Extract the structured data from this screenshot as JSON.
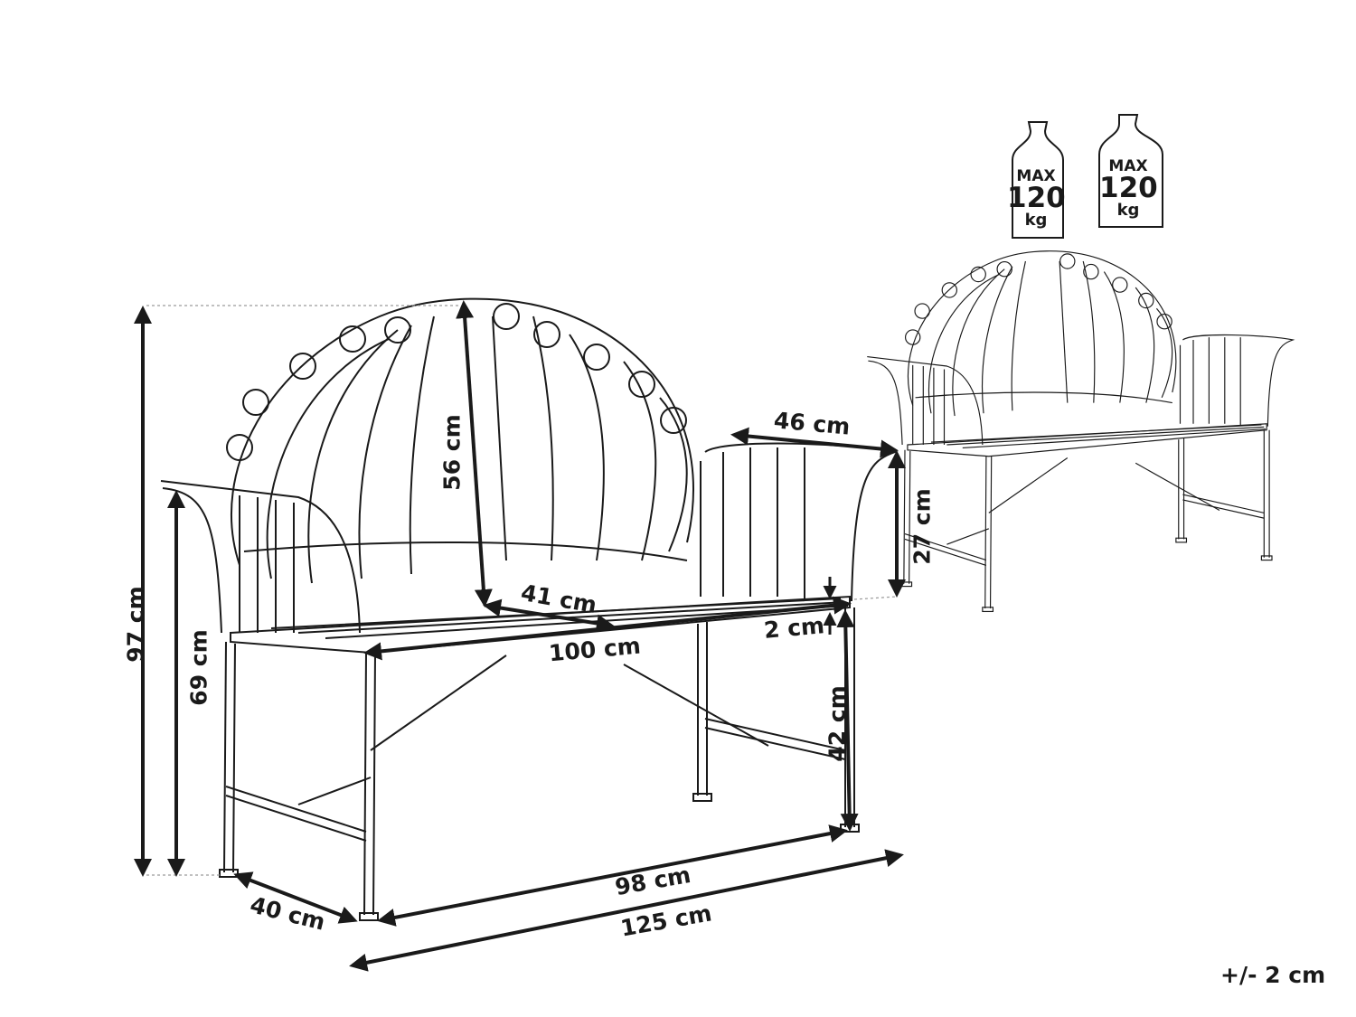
{
  "colors": {
    "line": "#1a1a1a",
    "guide": "#9a9a9a",
    "background": "#ffffff"
  },
  "dimensions": {
    "total_height": "97 cm",
    "armrest_height": "69 cm",
    "backrest_height": "56 cm",
    "armrest_depth": "46 cm",
    "armrest_side_height": "27 cm",
    "seat_depth": "41 cm",
    "seat_width": "100 cm",
    "seat_thickness": "2 cm",
    "seat_height": "42 cm",
    "leg_span": "98 cm",
    "total_depth": "40 cm",
    "total_width": "125 cm"
  },
  "tolerance": "+/- 2 cm",
  "weight_limits": [
    {
      "max": "MAX",
      "value": "120",
      "unit": "kg"
    },
    {
      "max": "MAX",
      "value": "120",
      "unit": "kg"
    }
  ]
}
